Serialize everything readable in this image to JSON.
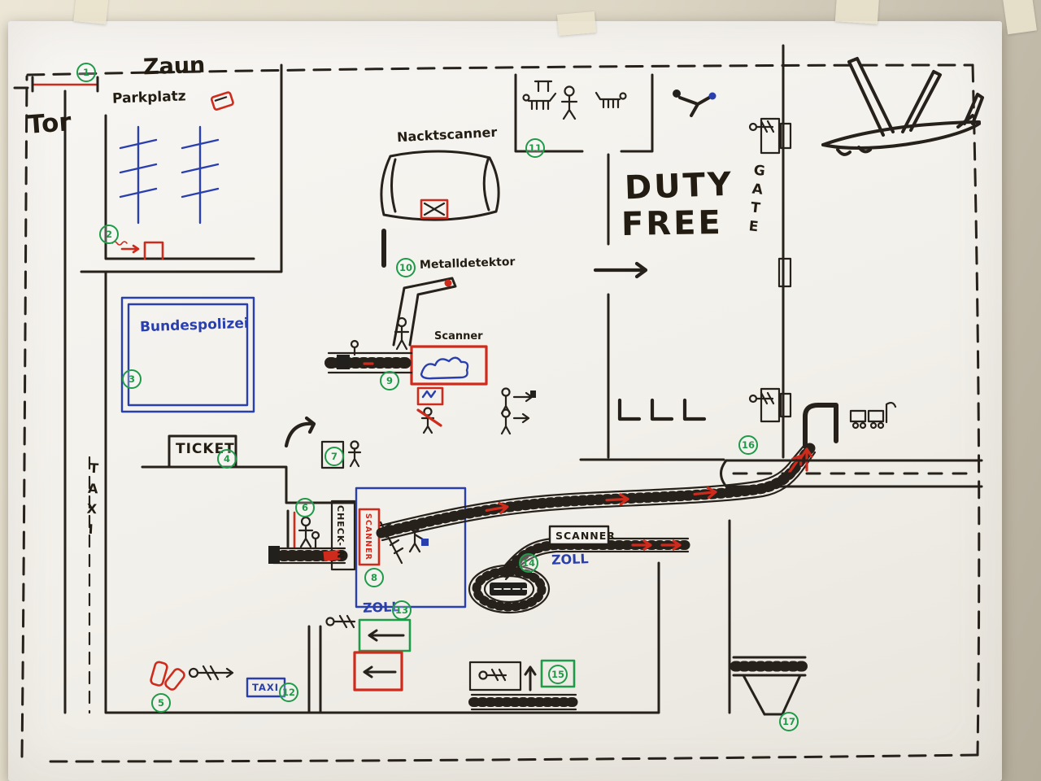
{
  "photo": {
    "subject": "Hand-drawn airport terminal security-process map on flipchart paper taped to a wall"
  },
  "ink": {
    "black": "#26211a",
    "blue": "#2a3fae",
    "red": "#cf2b1d",
    "green": "#1e9a48"
  },
  "labels": {
    "zaun": "Zaun",
    "tor": "Tor",
    "parkplatz": "Parkplatz",
    "bundespolizei": "Bundespolizei",
    "ticket": "TICKET",
    "taxi_street": "TAXI",
    "nacktscanner": "Nacktscanner",
    "metalldetektor": "Metalldetektor",
    "scanner_small": "Scanner",
    "duty_line1": "DUTY",
    "duty_line2": "FREE",
    "gate": "GATE",
    "check_in": "CHECK-IN",
    "checkin_scanner": "SCANNER",
    "belt_scanner": "SCANNER",
    "zoll_belt": "ZOLL",
    "zoll_exit": "ZOLL",
    "taxi_sign": "TAXI"
  },
  "markers": [
    "1",
    "2",
    "3",
    "4",
    "5",
    "6",
    "7",
    "8",
    "9",
    "10",
    "11",
    "12",
    "13",
    "14",
    "15",
    "16",
    "17"
  ],
  "drawings": [
    "fence-dashed-border",
    "scale-bar",
    "parking-rows",
    "security-camera",
    "body-scanner",
    "metal-detector",
    "xray-scanner-with-bag",
    "baggage-belt",
    "baggage-scanner",
    "baggage-carousel",
    "exit-arrows",
    "duty-free-arrow",
    "waiting-seats",
    "gate-counters",
    "sniffer-dog-room",
    "security-officer",
    "airplane",
    "jet-bridge",
    "luggage-cart",
    "mobile-stairs",
    "taxi-sign",
    "red-barrels"
  ]
}
